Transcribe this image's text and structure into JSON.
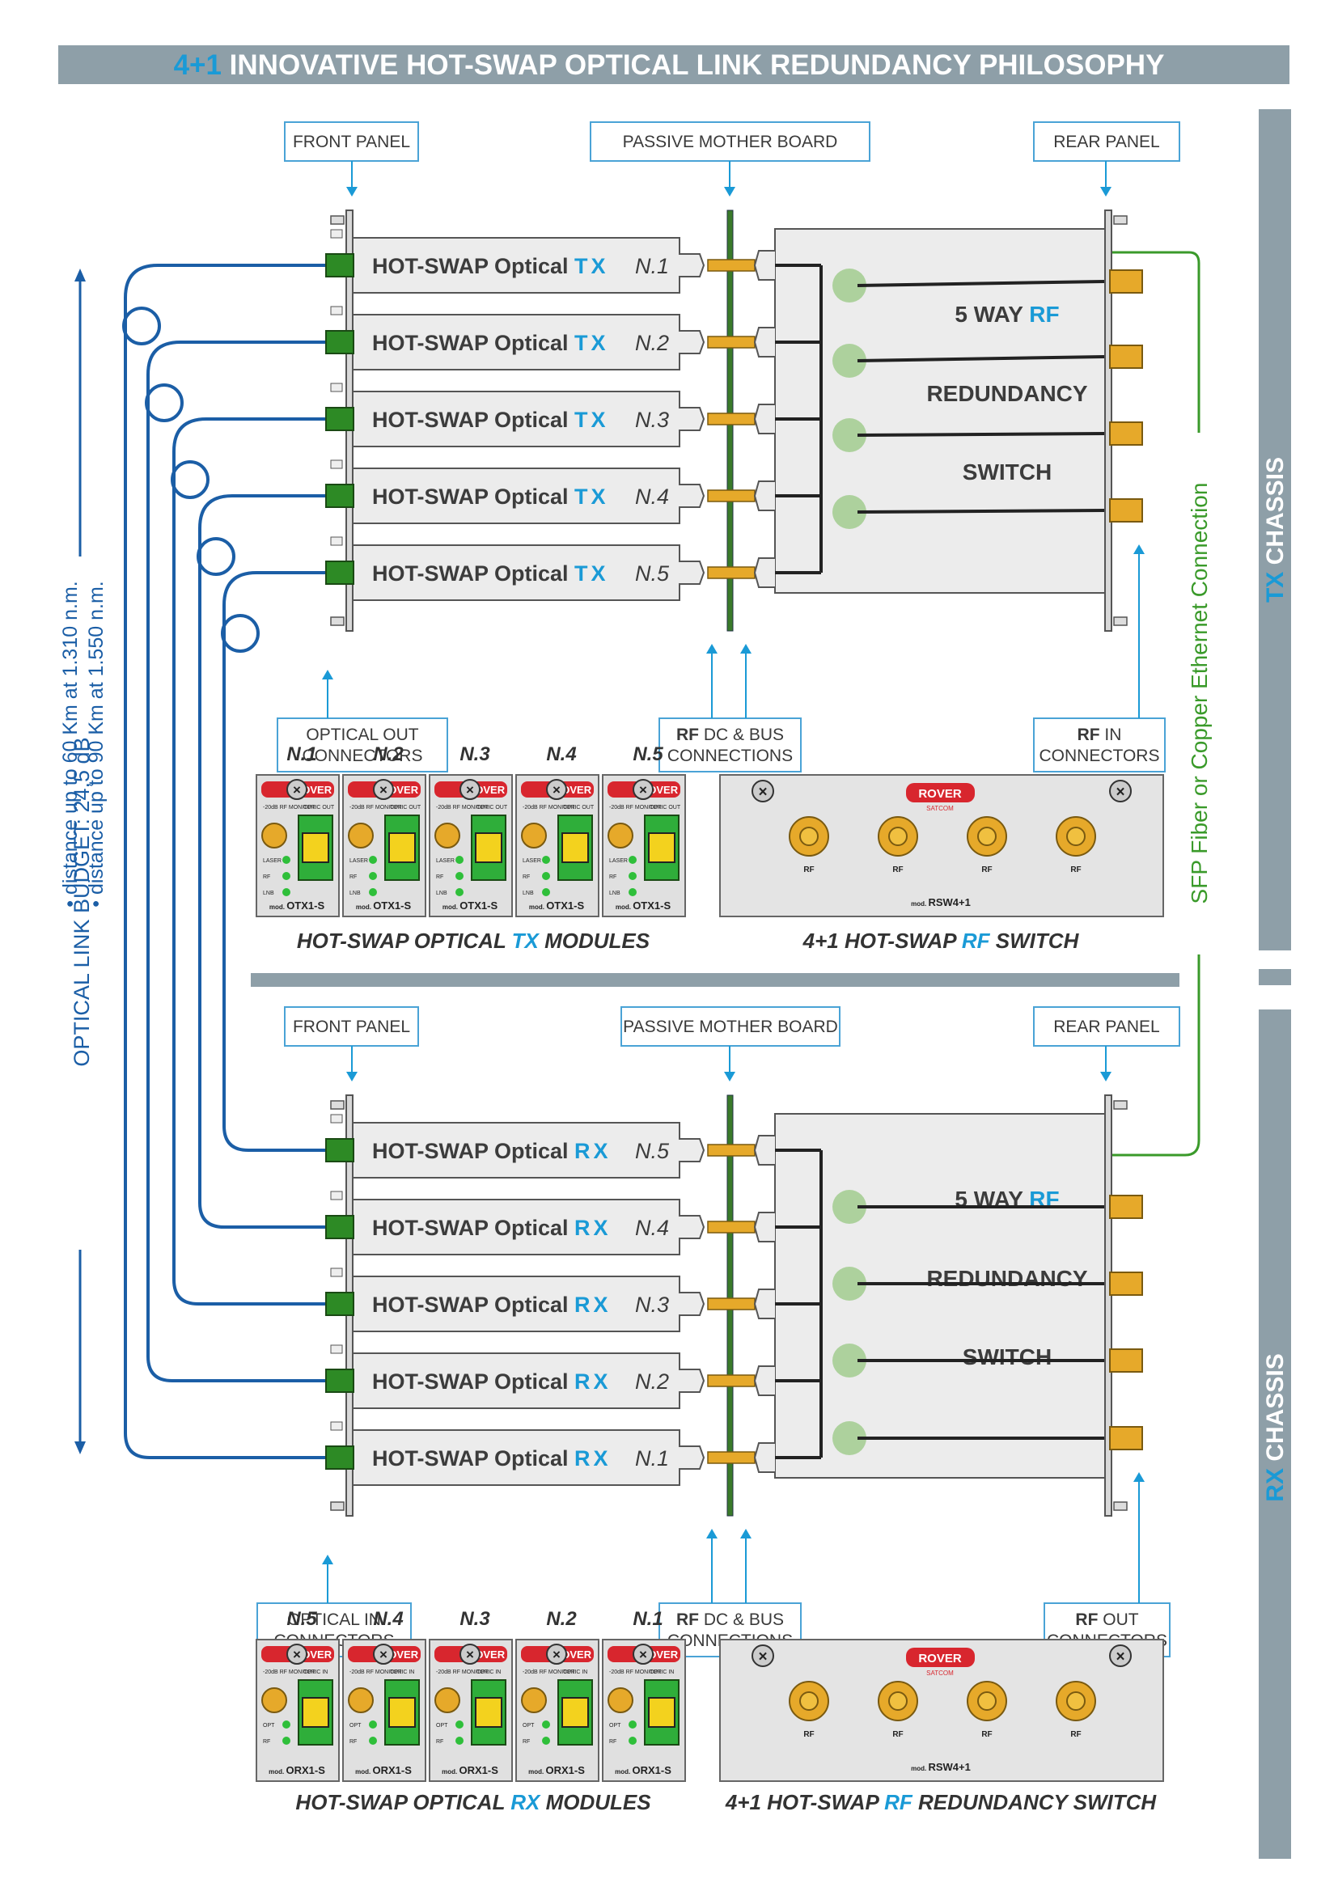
{
  "title": {
    "accent": "4+1",
    "text": "INNOVATIVE HOT-SWAP OPTICAL LINK REDUNDANCY PHILOSOPHY"
  },
  "labels": {
    "front_panel": "FRONT PANEL",
    "mother_board": "PASSIVE MOTHER BOARD",
    "rear_panel": "REAR PANEL",
    "optical_out_1": "OPTICAL OUT",
    "optical_out_2": "CONNECTORS",
    "optical_in_1": "OPTICAL IN",
    "optical_in_2": "CONNECTORS",
    "rf_dc_bold": "RF",
    "rf_dc_rest": " DC & BUS",
    "rf_dc_2": "CONNECTIONS",
    "rf_in_bold": "RF",
    "rf_in_rest": "  IN",
    "rf_in_2": "CONNECTORS",
    "rf_out_bold": "RF",
    "rf_out_rest": "  OUT",
    "rf_out_2": "CONNECTORS"
  },
  "module_text": "HOT-SWAP Optical",
  "tx": {
    "tag": "TX",
    "numbers": [
      "N.1",
      "N.2",
      "N.3",
      "N.4",
      "N.5"
    ]
  },
  "rx": {
    "tag": "RX",
    "numbers": [
      "N.5",
      "N.4",
      "N.3",
      "N.2",
      "N.1"
    ]
  },
  "switch": {
    "line1": "5 WAY",
    "line1_accent": "RF",
    "line2": "REDUNDANCY",
    "line3": "SWITCH"
  },
  "side": {
    "tx_chassis": "TX",
    "rx_chassis": "RX",
    "chassis_word": "CHASSIS",
    "sfp": "SFP Fiber or Copper Ethernet Connection",
    "budget": "OPTICAL LINK BUDGET:  24,5 dB",
    "dist1": "• distance up to 60 Km at 1.310 n.m.",
    "dist2": "• distance up to 90 Km at 1.550 n.m."
  },
  "front_modules_tx": {
    "numbers": [
      "N.1",
      "N.2",
      "N.3",
      "N.4",
      "N.5"
    ],
    "brand": "ROVER",
    "monitor": "-20dB RF MONITOR",
    "port": "OPTIC OUT",
    "leds": [
      "LASER",
      "RF",
      "LNB"
    ],
    "model": "OTX1-S",
    "mod_prefix": "mod."
  },
  "front_modules_rx": {
    "numbers": [
      "N.5",
      "N.4",
      "N.3",
      "N.2",
      "N.1"
    ],
    "brand": "ROVER",
    "monitor": "-20dB RF MONITOR",
    "port": "OPTIC IN",
    "leds": [
      "OPT",
      "RF"
    ],
    "model": "ORX1-S",
    "mod_prefix": "mod."
  },
  "rear_switch": {
    "brand": "ROVER",
    "sub": "SATCOM",
    "ports": [
      "RF",
      "RF",
      "RF",
      "RF"
    ],
    "model": "RSW4+1",
    "mod_prefix": "mod."
  },
  "captions": {
    "tx_modules_pre": "HOT-SWAP OPTICAL ",
    "tx_modules_accent": "TX",
    "tx_modules_post": " MODULES",
    "tx_switch_pre": "4+1 HOT-SWAP ",
    "tx_switch_accent": "RF",
    "tx_switch_post": "  SWITCH",
    "rx_modules_pre": "HOT-SWAP OPTICAL ",
    "rx_modules_accent": "RX",
    "rx_modules_post": " MODULES",
    "rx_switch_pre": "4+1 HOT-SWAP ",
    "rx_switch_accent": "RF",
    "rx_switch_post": " REDUNDANCY SWITCH"
  },
  "colors": {
    "accent": "#1a9ad6",
    "header_bg": "#8e9fa8",
    "fiber": "#1b5ea6",
    "sfp": "#3a9a2a",
    "connector": "#2d8a25"
  }
}
